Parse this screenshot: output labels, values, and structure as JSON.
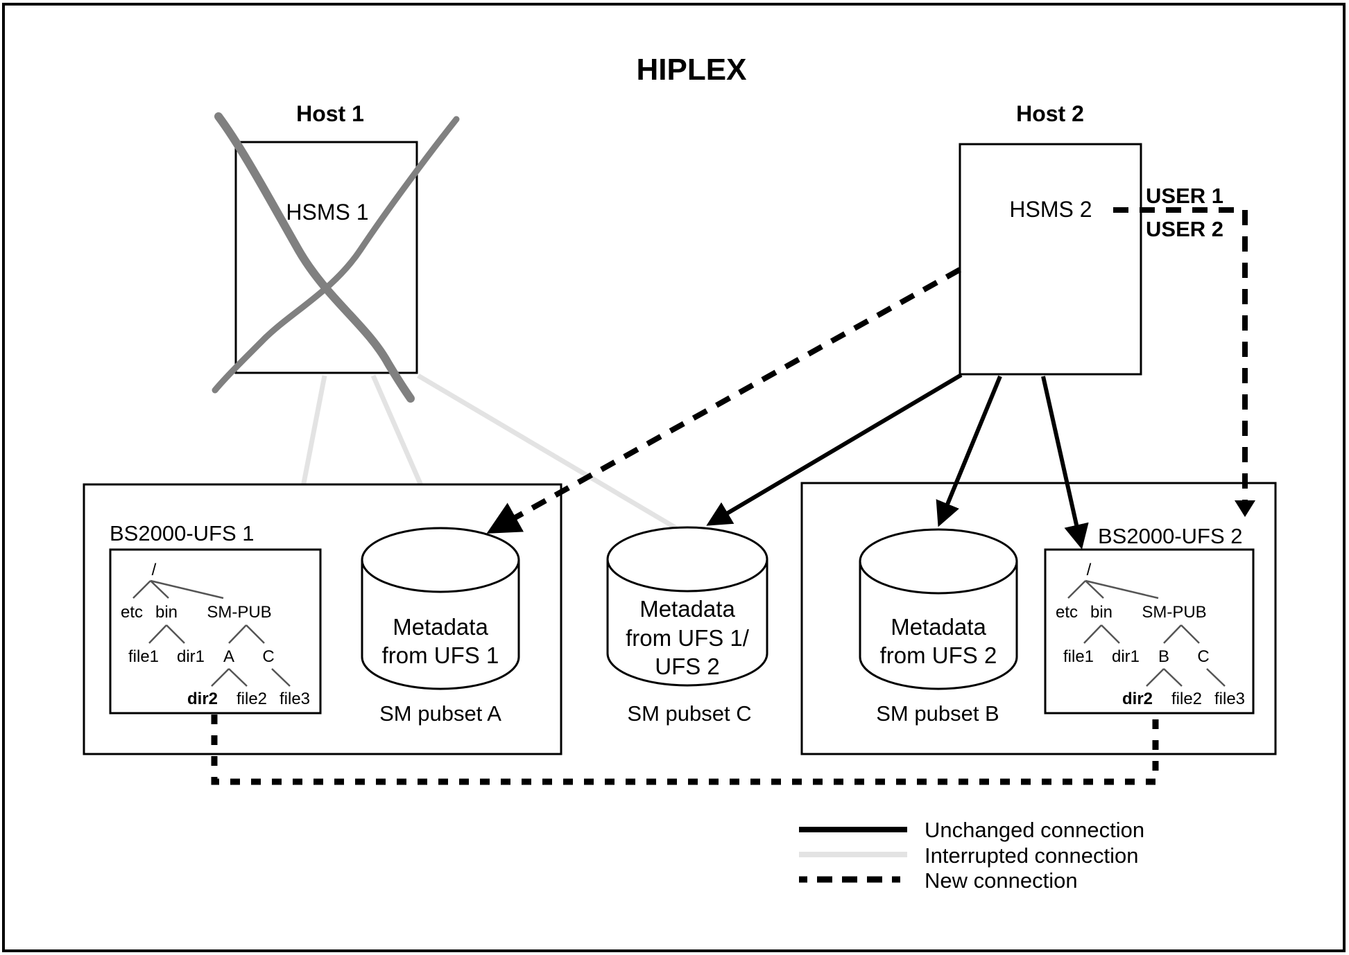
{
  "title": "HIPLEX",
  "host1": {
    "label": "Host 1",
    "hsms": "HSMS 1",
    "status": "failed"
  },
  "host2": {
    "label": "Host 2",
    "hsms": "HSMS 2",
    "users": [
      "USER 1",
      "USER 2"
    ]
  },
  "ufs1": {
    "label": "BS2000-UFS 1",
    "tree": {
      "root": "/",
      "level1": [
        "etc",
        "bin",
        "SM-PUB"
      ],
      "bin_children": [
        "file1",
        "dir1"
      ],
      "smpub_children": [
        "A",
        "C"
      ],
      "sub_children": [
        "dir2",
        "file2"
      ],
      "c_children": [
        "file3"
      ]
    }
  },
  "ufs2": {
    "label": "BS2000-UFS 2",
    "tree": {
      "root": "/",
      "level1": [
        "etc",
        "bin",
        "SM-PUB"
      ],
      "bin_children": [
        "file1",
        "dir1"
      ],
      "smpub_children": [
        "B",
        "C"
      ],
      "sub_children": [
        "dir2",
        "file2"
      ],
      "c_children": [
        "file3"
      ]
    }
  },
  "pubsets": {
    "a": {
      "lines": [
        "Metadata",
        "from UFS 1"
      ],
      "label": "SM pubset A"
    },
    "c": {
      "lines": [
        "Metadata",
        "from UFS 1/",
        "UFS 2"
      ],
      "label": "SM pubset C"
    },
    "b": {
      "lines": [
        "Metadata",
        "from UFS 2"
      ],
      "label": "SM pubset B"
    }
  },
  "legend": {
    "unchanged": "Unchanged connection",
    "interrupted": "Interrupted connection",
    "new": "New connection"
  },
  "colors": {
    "unchanged": "#000000",
    "interrupted": "#e3e3e3",
    "new": "#000000",
    "cross": "#808080"
  }
}
